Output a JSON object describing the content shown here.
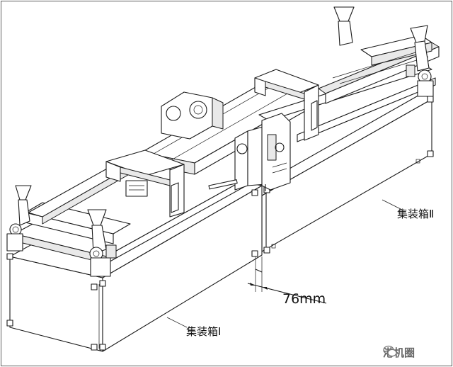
{
  "labels": {
    "container_right": "集装箱Ⅱ",
    "container_left": "集装箱Ⅰ",
    "gap_dimension": "76mm"
  },
  "watermark": {
    "text": "港机圈",
    "icon": "wechat-icon"
  },
  "colors": {
    "line": "#1a1a1a",
    "background": "#ffffff",
    "watermark": "#666666"
  }
}
